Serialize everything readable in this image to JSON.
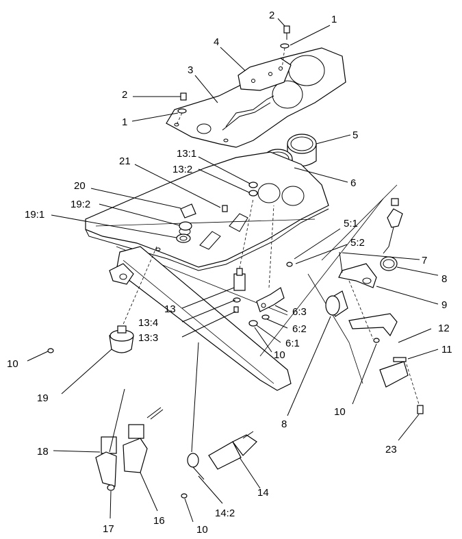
{
  "callouts": [
    {
      "id": "c1a",
      "label": "1"
    },
    {
      "id": "c2a",
      "label": "2"
    },
    {
      "id": "c4",
      "label": "4"
    },
    {
      "id": "c3",
      "label": "3"
    },
    {
      "id": "c2b",
      "label": "2"
    },
    {
      "id": "c1b",
      "label": "1"
    },
    {
      "id": "c5",
      "label": "5"
    },
    {
      "id": "c13_1",
      "label": "13:1"
    },
    {
      "id": "c21",
      "label": "21"
    },
    {
      "id": "c13_2",
      "label": "13:2"
    },
    {
      "id": "c6",
      "label": "6"
    },
    {
      "id": "c20",
      "label": "20"
    },
    {
      "id": "c19_2",
      "label": "19:2"
    },
    {
      "id": "c19_1",
      "label": "19:1"
    },
    {
      "id": "c5_1",
      "label": "5:1"
    },
    {
      "id": "c5_2",
      "label": "5:2"
    },
    {
      "id": "c7",
      "label": "7"
    },
    {
      "id": "c8a",
      "label": "8"
    },
    {
      "id": "c9",
      "label": "9"
    },
    {
      "id": "c13",
      "label": "13"
    },
    {
      "id": "c6_3",
      "label": "6:3"
    },
    {
      "id": "c13_4",
      "label": "13:4"
    },
    {
      "id": "c6_2",
      "label": "6:2"
    },
    {
      "id": "c13_3",
      "label": "13:3"
    },
    {
      "id": "c6_1",
      "label": "6:1"
    },
    {
      "id": "c12",
      "label": "12"
    },
    {
      "id": "c10a",
      "label": "10"
    },
    {
      "id": "c10b",
      "label": "10"
    },
    {
      "id": "c11",
      "label": "11"
    },
    {
      "id": "c19",
      "label": "19"
    },
    {
      "id": "c10c",
      "label": "10"
    },
    {
      "id": "c8b",
      "label": "8"
    },
    {
      "id": "c23",
      "label": "23"
    },
    {
      "id": "c18",
      "label": "18"
    },
    {
      "id": "c14",
      "label": "14"
    },
    {
      "id": "c17",
      "label": "17"
    },
    {
      "id": "c16",
      "label": "16"
    },
    {
      "id": "c14_2",
      "label": "14:2"
    },
    {
      "id": "c10d",
      "label": "10"
    }
  ]
}
